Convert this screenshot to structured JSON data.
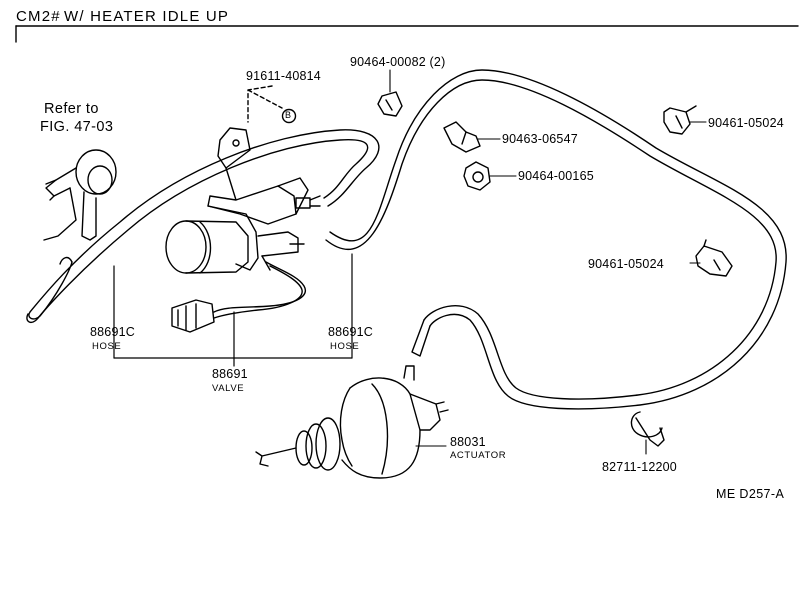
{
  "header": {
    "model": "CM2#",
    "title": "W/ HEATER  IDLE  UP"
  },
  "reference": {
    "line1": "Refer to",
    "line2": "FIG. 47-03"
  },
  "bolt_symbol": "B",
  "parts": {
    "bolt": {
      "number": "91611-40814"
    },
    "clip_top": {
      "number": "90464-00082 (2)"
    },
    "clip_mid": {
      "number": "90463-06547"
    },
    "clamp_mid": {
      "number": "90464-00165"
    },
    "clip_right1": {
      "number": "90461-05024"
    },
    "clip_right2": {
      "number": "90461-05024"
    },
    "hose_left": {
      "number": "88691C",
      "name": "HOSE"
    },
    "hose_right": {
      "number": "88691C",
      "name": "HOSE"
    },
    "valve": {
      "number": "88691",
      "name": "VALVE"
    },
    "actuator": {
      "number": "88031",
      "name": "ACTUATOR"
    },
    "hose_clamp": {
      "number": "82711-12200"
    }
  },
  "diagram_code": "ME  D257-A"
}
